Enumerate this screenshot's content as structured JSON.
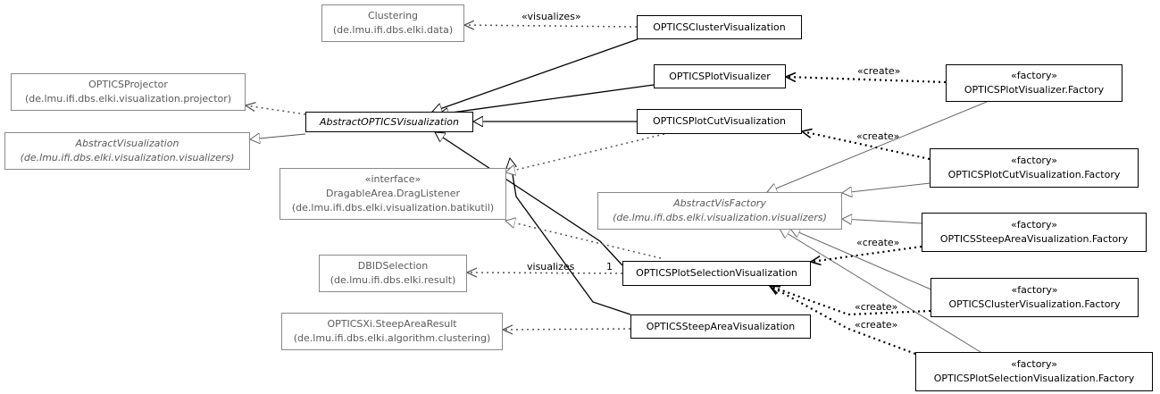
{
  "nodes": {
    "clustering": {
      "line1": "Clustering",
      "line2": "(de.lmu.ifi.dbs.elki.data)"
    },
    "optics_projector": {
      "line1": "OPTICSProjector",
      "line2": "(de.lmu.ifi.dbs.elki.visualization.projector)"
    },
    "abstract_visualization": {
      "line1": "AbstractVisualization",
      "line2": "(de.lmu.ifi.dbs.elki.visualization.visualizers)"
    },
    "drag_listener": {
      "stereotype": "«interface»",
      "line1": "DragableArea.DragListener",
      "line2": "(de.lmu.ifi.dbs.elki.visualization.batikutil)"
    },
    "dbid_selection": {
      "line1": "DBIDSelection",
      "line2": "(de.lmu.ifi.dbs.elki.result)"
    },
    "steep_area_result": {
      "line1": "OPTICSXi.SteepAreaResult",
      "line2": "(de.lmu.ifi.dbs.elki.algorithm.clustering)"
    },
    "abstract_optics_visualization": {
      "line1": "AbstractOPTICSVisualization"
    },
    "optics_cluster_visualization": {
      "line1": "OPTICSClusterVisualization"
    },
    "optics_plot_visualizer": {
      "line1": "OPTICSPlotVisualizer"
    },
    "optics_plot_cut_visualization": {
      "line1": "OPTICSPlotCutVisualization"
    },
    "abstract_vis_factory": {
      "line1": "AbstractVisFactory",
      "line2": "(de.lmu.ifi.dbs.elki.visualization.visualizers)"
    },
    "optics_plot_selection_visualization": {
      "line1": "OPTICSPlotSelectionVisualization"
    },
    "optics_steep_area_visualization": {
      "line1": "OPTICSSteepAreaVisualization"
    },
    "plot_visualizer_factory": {
      "stereotype": "«factory»",
      "line1": "OPTICSPlotVisualizer.Factory"
    },
    "plot_cut_factory": {
      "stereotype": "«factory»",
      "line1": "OPTICSPlotCutVisualization.Factory"
    },
    "steep_area_factory": {
      "stereotype": "«factory»",
      "line1": "OPTICSSteepAreaVisualization.Factory"
    },
    "cluster_factory": {
      "stereotype": "«factory»",
      "line1": "OPTICSClusterVisualization.Factory"
    },
    "plot_selection_factory": {
      "stereotype": "«factory»",
      "line1": "OPTICSPlotSelectionVisualization.Factory"
    }
  },
  "edge_labels": {
    "visualizes_top": "«visualizes»",
    "create_1": "«create»",
    "create_2": "«create»",
    "create_3": "«create»",
    "create_4": "«create»",
    "create_5": "«create»",
    "visualizes_selection": "visualizes",
    "multiplicity_one": "1"
  }
}
